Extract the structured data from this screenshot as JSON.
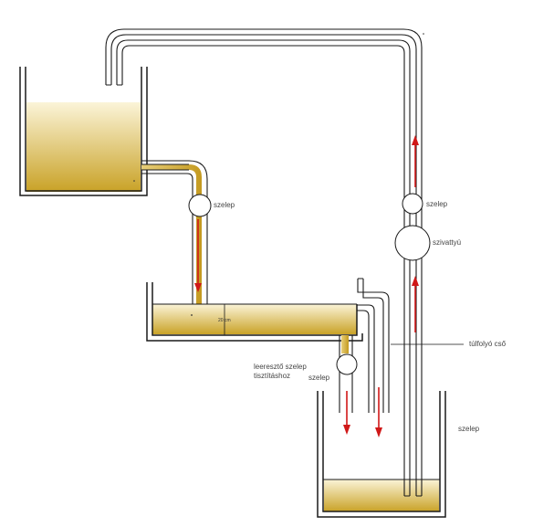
{
  "labels": {
    "valve_upper": "szelep",
    "valve_right": "szelep",
    "pump": "szivattyú",
    "overflow_pipe": "túlfolyó cső",
    "drain_valve_line1": "leeresztő szelep",
    "drain_valve_line2": "tisztításhoz",
    "valve_drain": "szelep",
    "valve_lower_right": "szelep",
    "depth_mark": "20 cm"
  },
  "colors": {
    "liquid_light": "#fbf4d8",
    "liquid_dark": "#c9a227",
    "arrow": "#d01818",
    "line": "#1a1a1a"
  },
  "icons": {
    "valve": "valve-circle-icon",
    "pump": "pump-circle-icon",
    "flow_arrow": "red-arrow-icon"
  }
}
